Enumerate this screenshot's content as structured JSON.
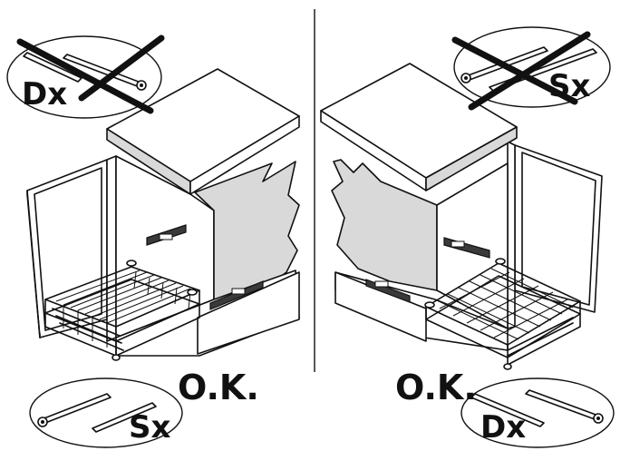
{
  "labels": {
    "ok_left": "O.K.",
    "ok_right": "O.K.",
    "wrong_left_side": "Dx",
    "wrong_right_side": "Sx",
    "correct_left_side": "Sx",
    "correct_right_side": "Dx"
  },
  "colors": {
    "ink": "#111111",
    "shade": "#d9d9d9",
    "background": "#ffffff"
  }
}
